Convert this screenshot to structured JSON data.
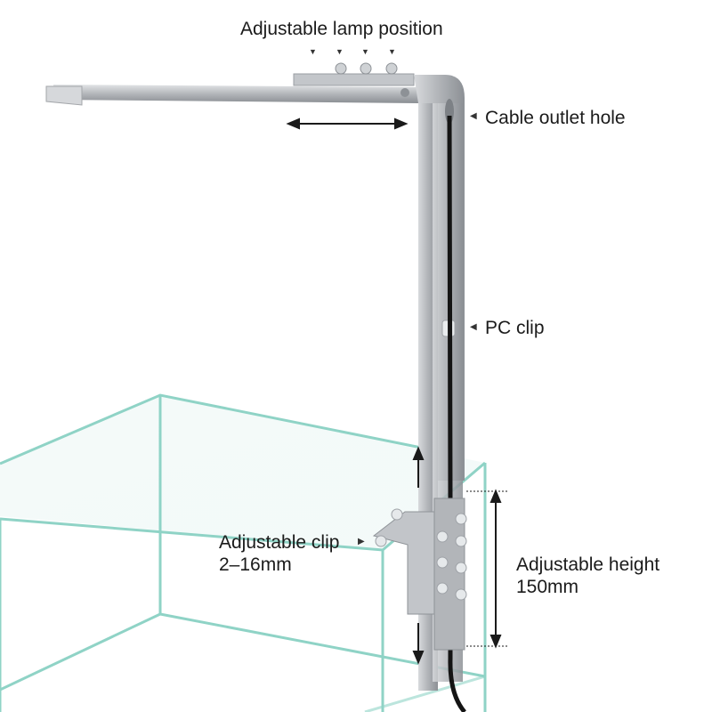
{
  "labels": {
    "lamp_position": "Adjustable lamp position",
    "cable_outlet": "Cable outlet hole",
    "pc_clip": "PC clip",
    "clip_title": "Adjustable clip",
    "clip_range": "2–16mm",
    "height_title": "Adjustable height",
    "height_value": "150mm"
  },
  "icons": {
    "pointer_down": "▼",
    "pointer_left": "◀",
    "pointer_right": "▶"
  },
  "colors": {
    "aluminum": "#b9bcc0",
    "glass_edge": "#8fd3c6",
    "cable": "#141414",
    "arrow": "#1a1a1a"
  }
}
